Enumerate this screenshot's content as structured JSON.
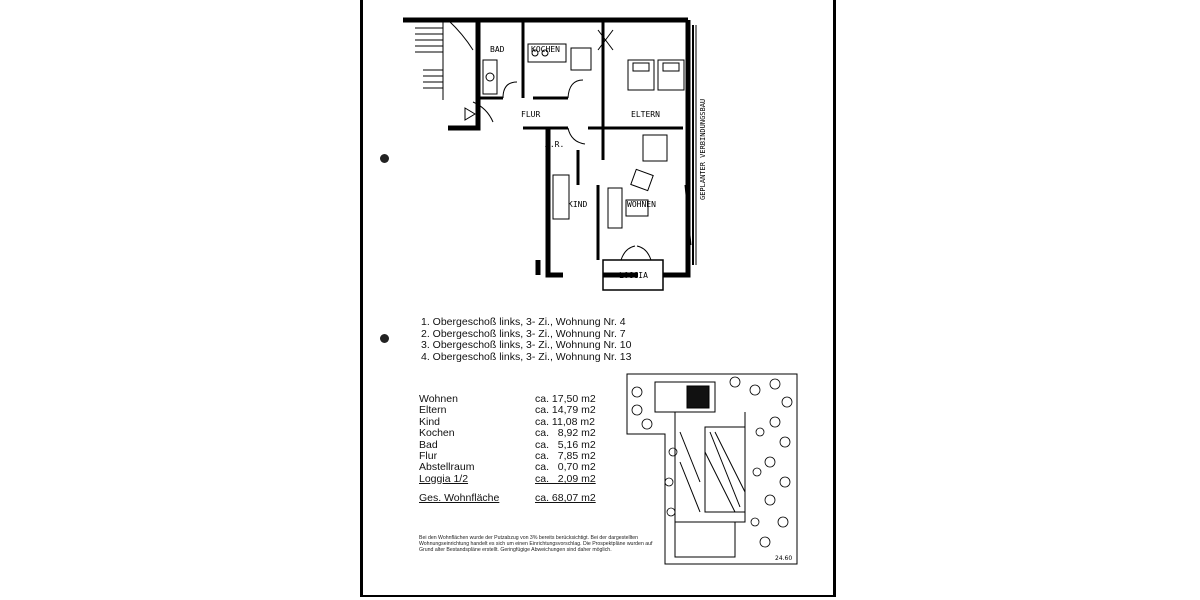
{
  "floorplan": {
    "rooms": {
      "bad": "BAD",
      "kochen": "KOCHEN",
      "flur": "FLUR",
      "eltern": "ELTERN",
      "ar": "A.R.",
      "kind": "KIND",
      "wohnen": "WOHNEN",
      "loggia": "LOGGIA"
    },
    "side_label": "GEPLANTER VERBINDUNGSBAU"
  },
  "units": [
    "1. Obergeschoß links, 3- Zi.,  Wohnung Nr.  4",
    "2. Obergeschoß links, 3- Zi.,  Wohnung Nr.  7",
    "3. Obergeschoß links, 3- Zi.,  Wohnung Nr. 10",
    "4. Obergeschoß links, 3- Zi.,  Wohnung Nr. 13"
  ],
  "areas": [
    {
      "name": "Wohnen",
      "value": "ca. 17,50 m2"
    },
    {
      "name": "Eltern",
      "value": "ca. 14,79 m2"
    },
    {
      "name": "Kind",
      "value": "ca. 11,08 m2"
    },
    {
      "name": "Kochen",
      "value": "ca.   8,92 m2"
    },
    {
      "name": "Bad",
      "value": "ca.   5,16 m2"
    },
    {
      "name": "Flur",
      "value": "ca.   7,85 m2"
    },
    {
      "name": "Abstellraum",
      "value": "ca.   0,70 m2"
    },
    {
      "name": "Loggia 1/2",
      "value": "ca.   2,09 m2"
    }
  ],
  "total": {
    "name": "Ges. Wohnfläche",
    "value": "ca. 68,07 m2"
  },
  "note": "Bei den Wohnflächen wurde der Putzabzug von 3% bereits berücksichtigt. Bei der dargestellten Wohnungseinrichtung handelt es sich um einen Einrichtungsvorschlag. Die Prospektpläne wurden auf Grund alter Bestandspläne erstellt. Geringfügige Abweichungen sind daher möglich.",
  "site_plan": {
    "scale_label": "24.60"
  }
}
